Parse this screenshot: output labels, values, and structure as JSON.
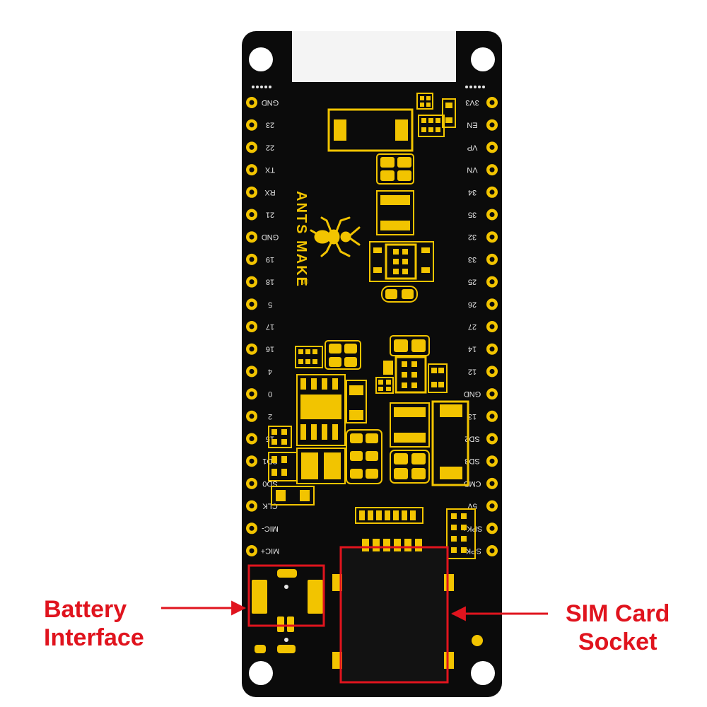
{
  "board": {
    "brand": "ANTS MAKE",
    "registered_mark": "®",
    "colors": {
      "pcb": "#0b0b0b",
      "gold": "#f2c400",
      "silk": "#e6e6e6",
      "window": "#f4f4f4",
      "dark_pad": "#1a1a1a"
    },
    "left_pins": [
      "GND",
      "23",
      "22",
      "TX",
      "RX",
      "21",
      "GND",
      "19",
      "18",
      "5",
      "17",
      "16",
      "4",
      "0",
      "2",
      "15",
      "SD1",
      "SD0",
      "CLK",
      "MIC-",
      "MIC+"
    ],
    "right_pins": [
      "3V3",
      "EN",
      "VP",
      "VN",
      "34",
      "35",
      "32",
      "33",
      "25",
      "26",
      "27",
      "14",
      "12",
      "GND",
      "13",
      "SD2",
      "SD3",
      "CMD",
      "5V",
      "SPK+",
      "SPK-"
    ]
  },
  "callouts": {
    "color": "#e0141e",
    "battery": {
      "line1": "Battery",
      "line2": "Interface"
    },
    "sim": {
      "line1": "SIM Card",
      "line2": "Socket"
    }
  }
}
